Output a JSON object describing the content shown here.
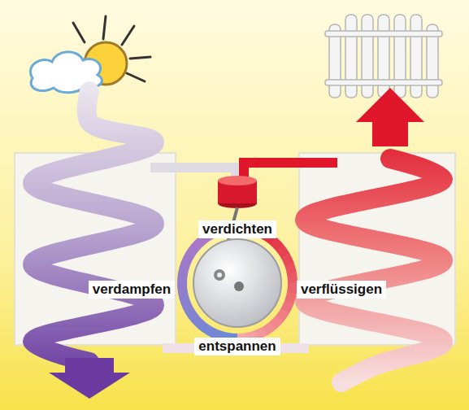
{
  "diagram": {
    "labels": [
      "verdichten",
      "verdampfen",
      "verflüssigen",
      "entspannen"
    ]
  }
}
